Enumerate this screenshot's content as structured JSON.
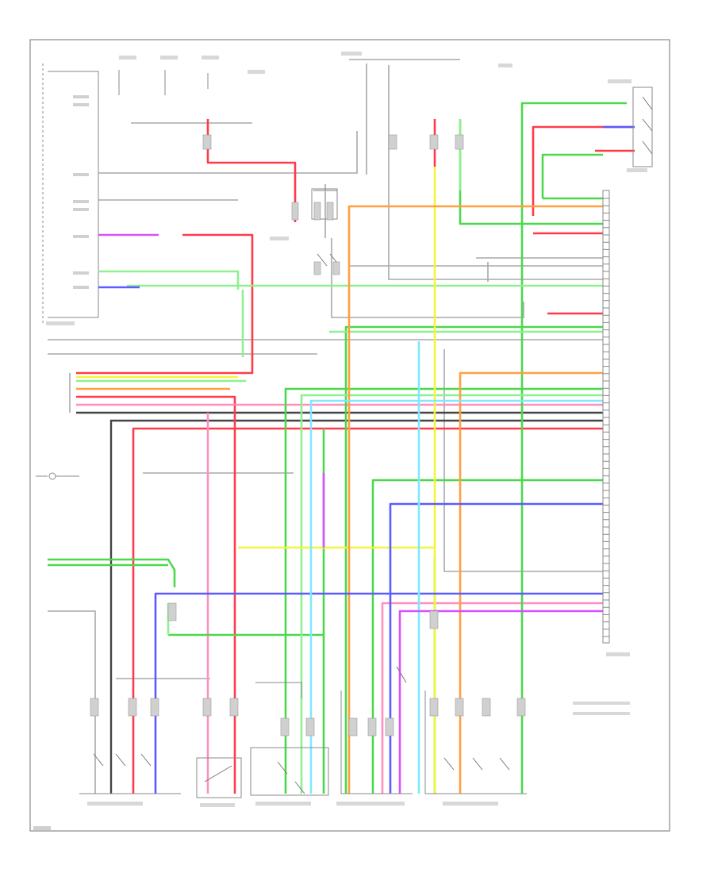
{
  "wire_colors": {
    "red": "#ff3b4a",
    "pink": "#ff8fc0",
    "green": "#4cd84c",
    "light_green": "#8ff08f",
    "yellow": "#f5f53a",
    "orange": "#ffa040",
    "blue": "#5b5bff",
    "cyan": "#7fe8ff",
    "magenta": "#d850ff",
    "dark": "#444444",
    "gray": "#a8a8a8"
  },
  "components": [
    {
      "id": "power-seat-ecu",
      "icon": "ecu-block-icon"
    },
    {
      "id": "main-ecu-connector",
      "icon": "connector-icon"
    },
    {
      "id": "right-switch-top",
      "icon": "switch-icon"
    },
    {
      "id": "front-slide-switch",
      "icon": "switch-icon"
    },
    {
      "id": "recline-switch",
      "icon": "switch-icon"
    },
    {
      "id": "seat-switch-left",
      "icon": "switch-icon"
    },
    {
      "id": "seat-switch-right",
      "icon": "switch-icon"
    },
    {
      "id": "rear-seat-motor",
      "icon": "motor-icon"
    },
    {
      "id": "ground-point",
      "icon": "ground-icon"
    }
  ],
  "legend": {
    "count": 2
  }
}
